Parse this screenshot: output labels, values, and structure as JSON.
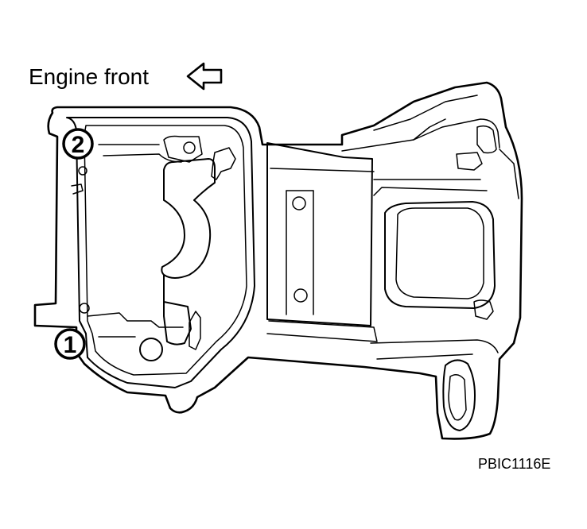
{
  "diagram": {
    "direction_label": "Engine front",
    "direction_icon": "arrow-left-outline-icon",
    "callouts": [
      {
        "number": "2"
      },
      {
        "number": "1"
      }
    ],
    "figure_code": "PBIC1116E"
  }
}
